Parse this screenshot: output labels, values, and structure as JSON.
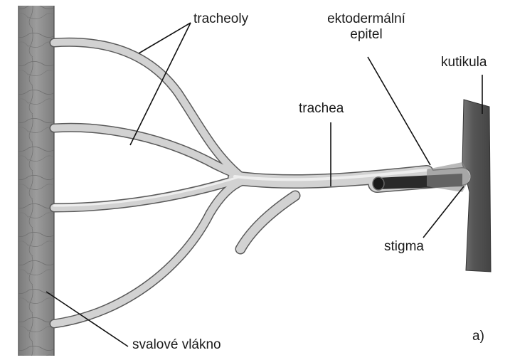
{
  "labels": {
    "tracheoly": "tracheoly",
    "ektodermalni_line1": "ektodermální",
    "ektodermalni_line2": "epitel",
    "kutikula": "kutikula",
    "trachea": "trachea",
    "stigma": "stigma",
    "svalove_vlakno": "svalové vlákno",
    "panel": "a)"
  },
  "colors": {
    "background": "#ffffff",
    "muscle_fill": "#8f8f8f",
    "tube_outline": "#5a5a5a",
    "tube_fill": "#d2d2d2",
    "tube_highlight": "#eeeeee",
    "cuticle_fill": "#555555",
    "leader_line": "#111111"
  }
}
